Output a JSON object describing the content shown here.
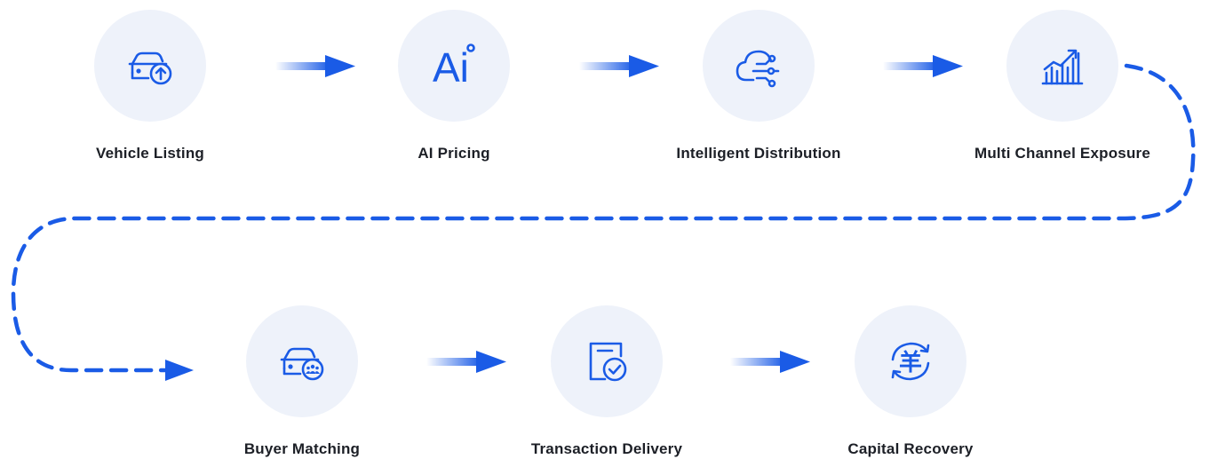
{
  "theme": {
    "accent": "#1a5be6",
    "circle_bg": "#eef2fa",
    "label_color": "#1c1f26"
  },
  "steps": [
    {
      "label": "Vehicle Listing",
      "icon": "car-upload-icon"
    },
    {
      "label": "AI Pricing",
      "icon": "ai-icon"
    },
    {
      "label": "Intelligent Distribution",
      "icon": "cloud-network-icon"
    },
    {
      "label": "Multi Channel Exposure",
      "icon": "growth-chart-icon"
    },
    {
      "label": "Buyer Matching",
      "icon": "car-users-icon"
    },
    {
      "label": "Transaction Delivery",
      "icon": "document-check-icon"
    },
    {
      "label": "Capital Recovery",
      "icon": "currency-cycle-icon"
    }
  ],
  "ai_icon_text": "Ai",
  "currency_symbol": "羊"
}
